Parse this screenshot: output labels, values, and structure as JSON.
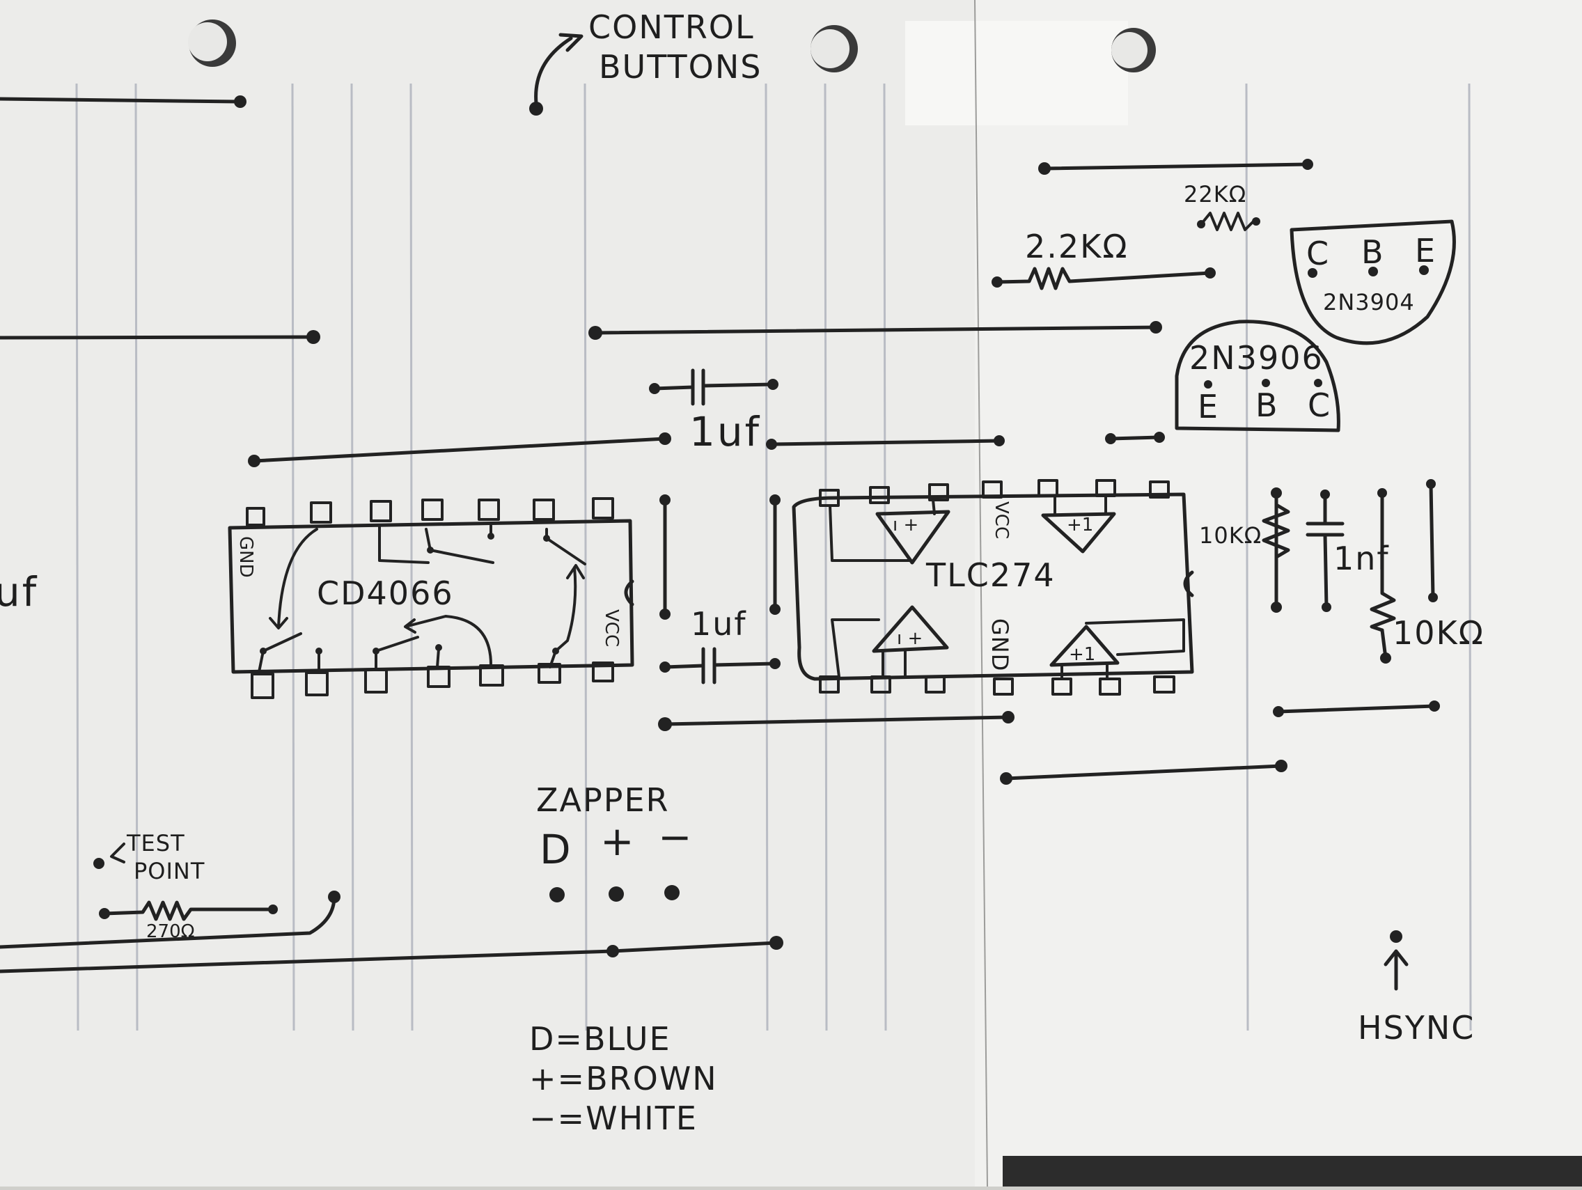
{
  "labels": {
    "control_buttons": [
      "CONTROL",
      "BUTTONS"
    ],
    "left_edge_partial": "uf",
    "res_top": "22KΩ",
    "res_mid": "2.2KΩ",
    "res_10k_a": "10KΩ",
    "res_10k_b": "10KΩ",
    "cap_1nf": "1nf",
    "cap_1uf_a": "1uf",
    "cap_1uf_b": "1uf",
    "res_270": "270Ω",
    "test_point": [
      "TEST",
      "POINT"
    ],
    "hsync": "HSYNC"
  },
  "transistors": {
    "npn": {
      "name": "2N3904",
      "pins": [
        "C",
        "B",
        "E"
      ]
    },
    "pnp": {
      "name": "2N3906",
      "pins": [
        "E",
        "B",
        "C"
      ]
    }
  },
  "chips": {
    "switch_ic": {
      "name": "CD4066",
      "gnd": "GND",
      "vcc": "VCC"
    },
    "opamp_ic": {
      "name": "TLC274",
      "vcc": "VCC",
      "gnd": "GND",
      "buf_a": "+1",
      "buf_b": "+1"
    }
  },
  "zapper": {
    "title": "ZAPPER",
    "pins": [
      "D",
      "+",
      "−"
    ],
    "legend": [
      "D=BLUE",
      "+=BROWN",
      "−=WHITE"
    ]
  },
  "colors": {
    "paper": "#efefec",
    "ink": "#222222",
    "rule": "#b9bcc4"
  }
}
